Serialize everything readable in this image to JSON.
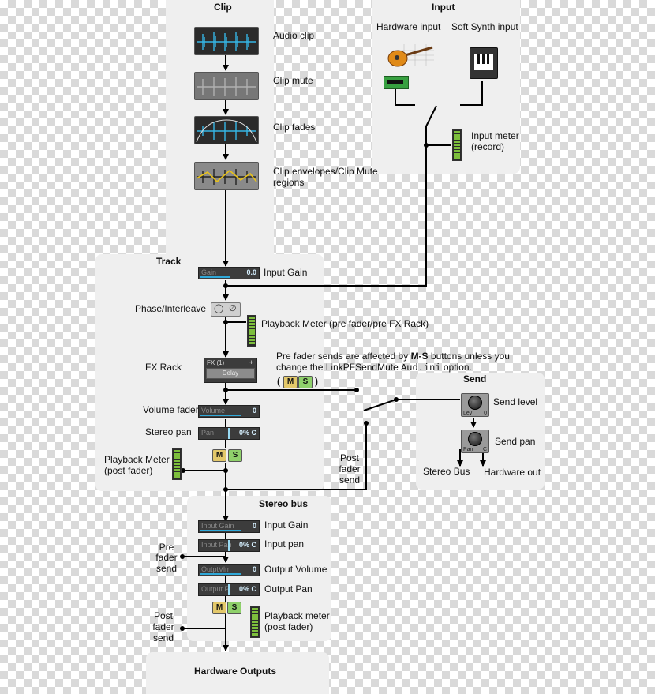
{
  "panels": {
    "clip": "Clip",
    "input": "Input",
    "track": "Track",
    "send": "Send",
    "stereo_bus": "Stereo bus",
    "hardware_outputs": "Hardware Outputs"
  },
  "clip": {
    "audio_clip": "Audio clip",
    "clip_mute": "Clip mute",
    "clip_fades": "Clip fades",
    "clip_envelopes_1": "Clip envelopes/Clip Mute",
    "clip_envelopes_2": "regions"
  },
  "input": {
    "hardware_input": "Hardware input",
    "soft_synth_input": "Soft Synth input",
    "meter_1": "Input meter",
    "meter_2": "(record)"
  },
  "track": {
    "input_gain_label": "Input Gain",
    "gain_fader": {
      "name": "Gain",
      "value": "0.0"
    },
    "phase_label": "Phase/Interleave",
    "playback_meter_pre": "Playback Meter (pre fader/pre FX Rack)",
    "fx_rack_label": "FX Rack",
    "fx_header": "FX (1)",
    "fx_plus": "+",
    "fx_slot": "Delay",
    "note_line1_a": "Pre fader sends are affected by ",
    "note_line1_b": "M-S",
    "note_line1_c": " buttons unless you",
    "note_line2_a": "change the LinkPFSendMute ",
    "note_line2_b": "Aud.ini",
    "note_line2_c": " option.",
    "note_open": "(",
    "note_close": ")",
    "volume_label": "Volume fader",
    "volume_fader": {
      "name": "Volume",
      "value": "0"
    },
    "pan_label": "Stereo pan",
    "pan_fader": {
      "name": "Pan",
      "value": "0% C"
    },
    "mute": "M",
    "solo": "S",
    "post_meter_1": "Playback Meter",
    "post_meter_2": "(post fader)",
    "post_send_1": "Post",
    "post_send_2": "fader",
    "post_send_3": "send"
  },
  "send": {
    "send_level": "Send level",
    "send_pan": "Send pan",
    "lev_l": "Lev",
    "lev_r": "0",
    "pan_l": "Pan",
    "pan_r": "C",
    "stereo_bus": "Stereo Bus",
    "hardware_out": "Hardware out"
  },
  "bus": {
    "input_gain": "Input Gain",
    "input_gain_fader": {
      "name": "Input Gain",
      "value": "0"
    },
    "input_pan": "Input pan",
    "input_pan_fader": {
      "name": "Input Pan",
      "value": "0% C"
    },
    "output_volume": "Output Volume",
    "output_volume_fader": {
      "name": "OutptVlm",
      "value": "0"
    },
    "output_pan": "Output Pan",
    "output_pan_fader": {
      "name": "Output P...",
      "value": "0% C"
    },
    "pre_send_1": "Pre",
    "pre_send_2": "fader",
    "pre_send_3": "send",
    "post_send_1": "Post",
    "post_send_2": "fader",
    "post_send_3": "send",
    "meter_1": "Playback meter",
    "meter_2": "(post fader)",
    "mute": "M",
    "solo": "S"
  },
  "colors": {
    "panel": "#efefef",
    "waveform": "#35b6e6",
    "envelope": "#e8c21a",
    "meter_green": "#7dbf3c",
    "mute_yellow": "#e3c86a",
    "solo_green": "#8fd16b",
    "fader_bar": "#2fa8d8"
  }
}
